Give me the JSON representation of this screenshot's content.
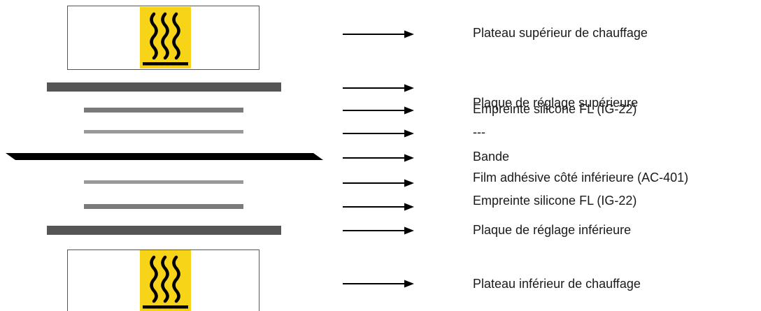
{
  "layers": [
    {
      "id": "upper-heating-plate",
      "label": "Plateau supérieur de chauffage",
      "kind": "heater"
    },
    {
      "id": "upper-adjust-plate",
      "label": "Plaque de réglage supérieure",
      "kind": "plate",
      "color": "#555555"
    },
    {
      "id": "upper-silicone-imprint",
      "label": "Empreinte silicone FL (IG-22)",
      "kind": "plate",
      "color": "#7a7a7a"
    },
    {
      "id": "blank-layer",
      "label": "---",
      "kind": "plate",
      "color": "#999999"
    },
    {
      "id": "band",
      "label": "Bande",
      "kind": "band",
      "color": "#000000"
    },
    {
      "id": "lower-adhesive-film",
      "label": "Film adhésive côté inférieure (AC-401)",
      "kind": "plate",
      "color": "#999999"
    },
    {
      "id": "lower-silicone-imprint",
      "label": "Empreinte silicone FL (IG-22)",
      "kind": "plate",
      "color": "#7a7a7a"
    },
    {
      "id": "lower-adjust-plate",
      "label": "Plaque de réglage inférieure",
      "kind": "plate",
      "color": "#555555"
    },
    {
      "id": "lower-heating-plate",
      "label": "Plateau inférieur de chauffage",
      "kind": "heater"
    }
  ],
  "colors": {
    "warning_yellow": "#f7d417",
    "arrow": "#000000",
    "frame": "#555555"
  },
  "icons": {
    "heater": "hot-surface-icon",
    "arrow": "arrow-right-icon"
  }
}
